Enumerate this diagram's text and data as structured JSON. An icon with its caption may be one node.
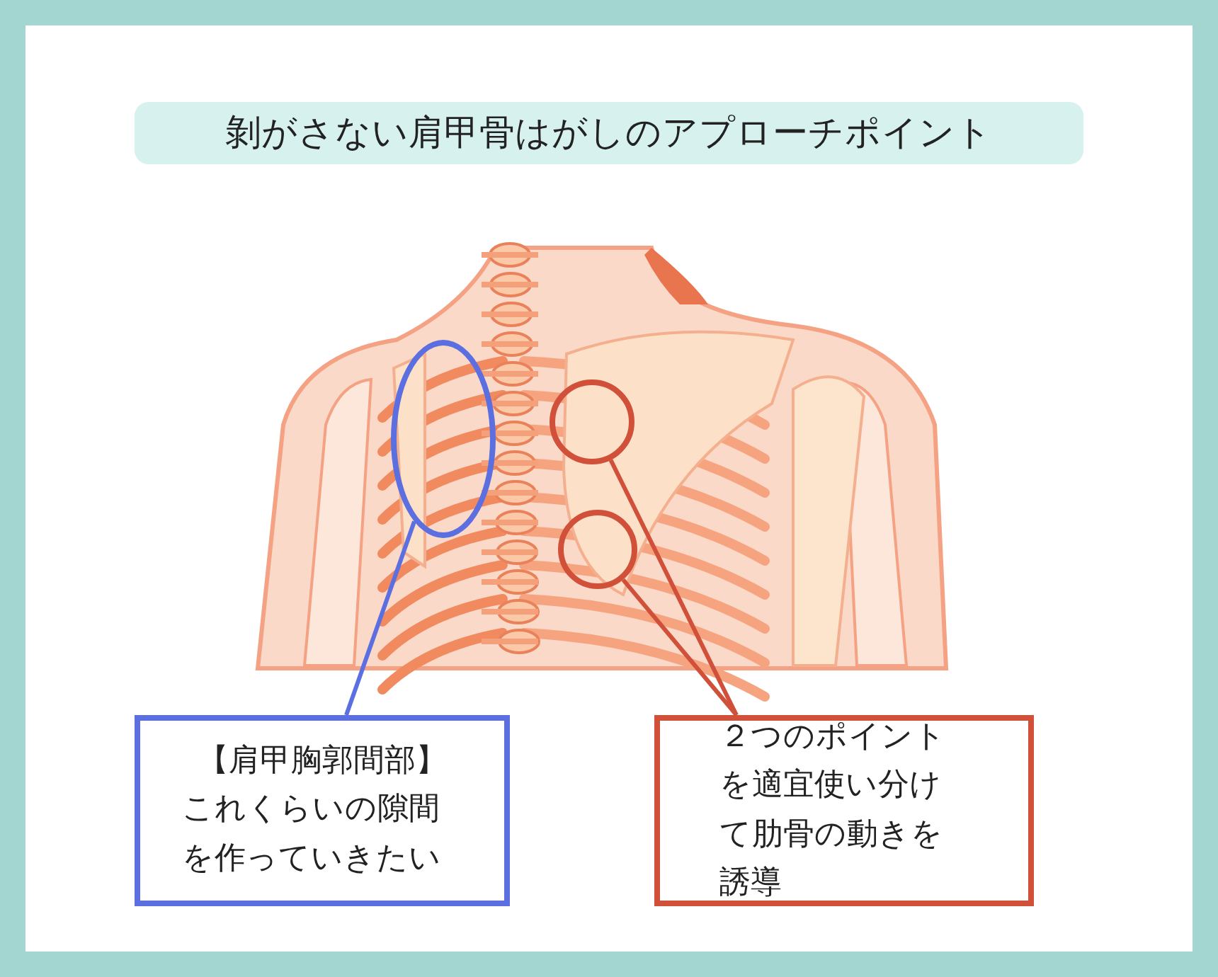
{
  "diagram": {
    "title": "剝がさない肩甲骨はがしのアプローチポイント",
    "nodes": [
      {
        "text": [],
        "shape": "circle"
      },
      {
        "text": [],
        "shape": "circle"
      },
      {
        "text": [],
        "shape": "circle"
      },
      {
        "text": [
          "【肩甲胸郭間部】",
          "これくらいの隙間を作っていきたい"
        ]
      },
      {
        "text": [
          "２つのポイントを適宜使い分けて肋骨の動きを誘導"
        ]
      }
    ],
    "edges": [
      {
        "from": 3,
        "to": 0,
        "arrow": "none",
        "color": "#5b6fe0"
      },
      {
        "from": 4,
        "to": 1,
        "arrow": "none"
      },
      {
        "from": 4,
        "to": 2,
        "arrow": "none"
      }
    ]
  }
}
